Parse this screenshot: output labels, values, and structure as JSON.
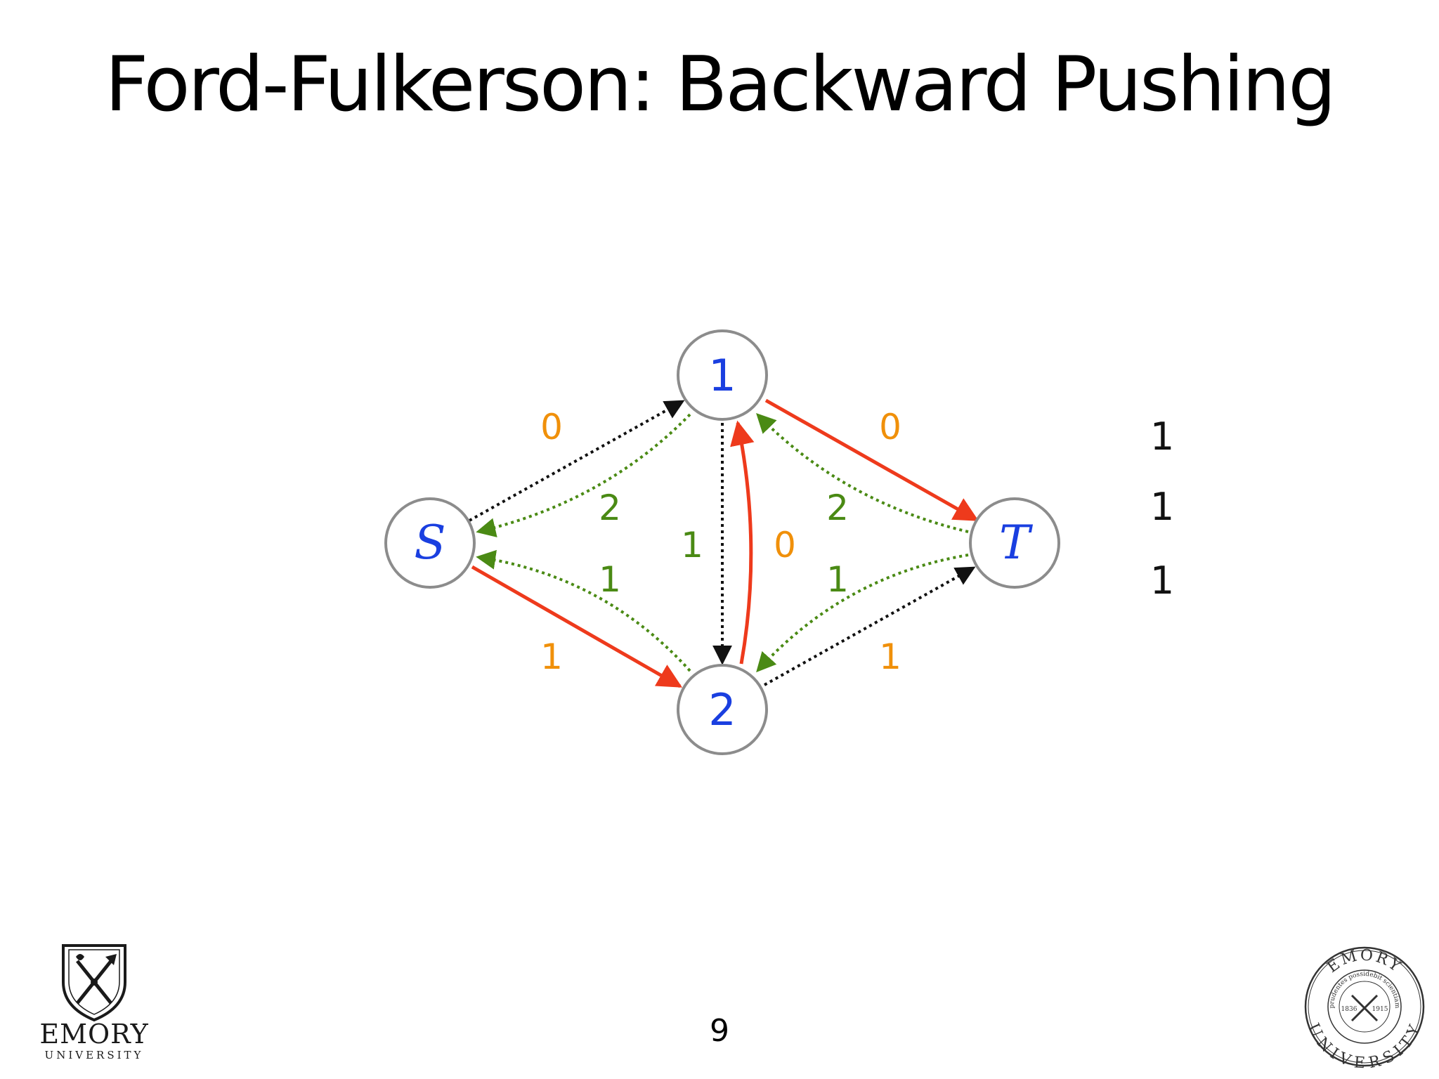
{
  "title": "Ford-Fulkerson: Backward Pushing",
  "page_number": "9",
  "colors": {
    "node_fill": "#ffffff",
    "node_stroke": "#8c8c8c",
    "node_label": "#1a3fe0",
    "path_edge": "#ee3a1c",
    "residual_edge": "#4a8a14",
    "original_edge": "#111111",
    "flow_label": "#f0900a",
    "residual_label": "#4a8a14",
    "side_label": "#111111"
  },
  "nodes": [
    {
      "id": "S",
      "label": "S",
      "italic": true
    },
    {
      "id": "1",
      "label": "1",
      "italic": false
    },
    {
      "id": "2",
      "label": "2",
      "italic": false
    },
    {
      "id": "T",
      "label": "T",
      "italic": true
    }
  ],
  "edges": [
    {
      "from": "S",
      "to": "1",
      "style": "original",
      "flow_label": "0"
    },
    {
      "from": "1",
      "to": "T",
      "style": "path",
      "flow_label": "0"
    },
    {
      "from": "S",
      "to": "2",
      "style": "path",
      "flow_label": "1"
    },
    {
      "from": "2",
      "to": "T",
      "style": "original",
      "flow_label": "1"
    },
    {
      "from": "1",
      "to": "2",
      "style": "original",
      "flow_label": "1"
    },
    {
      "from": "2",
      "to": "1",
      "style": "path",
      "flow_label": "0"
    },
    {
      "from": "1",
      "to": "S",
      "style": "residual",
      "residual_label": "2"
    },
    {
      "from": "2",
      "to": "S",
      "style": "residual",
      "residual_label": "1"
    },
    {
      "from": "T",
      "to": "1",
      "style": "residual",
      "residual_label": "2"
    },
    {
      "from": "T",
      "to": "2",
      "style": "residual",
      "residual_label": "1"
    }
  ],
  "side_values": [
    "1",
    "1",
    "1"
  ],
  "logo": {
    "wordmark_line1": "EMORY",
    "wordmark_line2": "UNIVERSITY"
  },
  "seal": {
    "outer_top": "EMORY",
    "outer_bottom": "UNIVERSITY",
    "inner_ring": "prudentes possidebit scientiam",
    "year_left": "1836",
    "year_right": "1915"
  }
}
